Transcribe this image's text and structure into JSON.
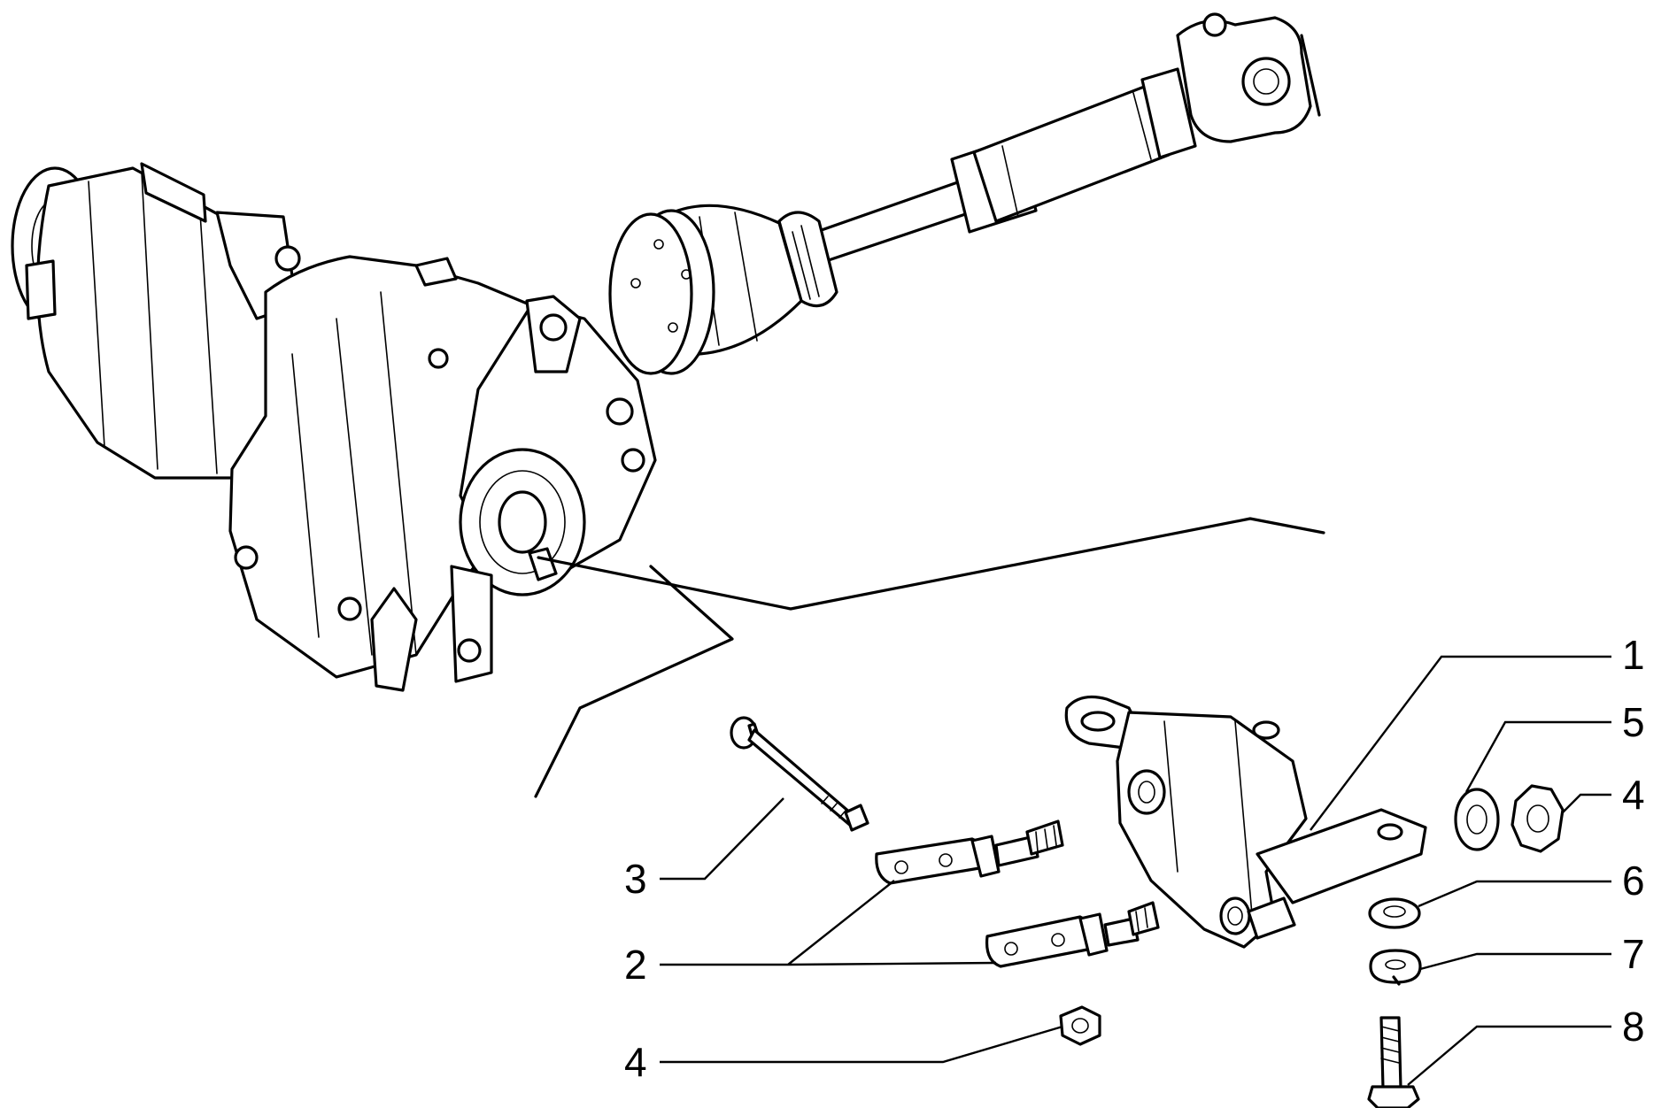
{
  "diagram": {
    "colors": {
      "ink": "#000000",
      "paper": "#ffffff"
    },
    "callouts": [
      {
        "id": "c1",
        "label": "1",
        "part": "bracket"
      },
      {
        "id": "c5",
        "label": "5",
        "part": "washer-right"
      },
      {
        "id": "c4a",
        "label": "4",
        "part": "nut-right"
      },
      {
        "id": "c6",
        "label": "6",
        "part": "flat-washer"
      },
      {
        "id": "c7",
        "label": "7",
        "part": "spring-washer"
      },
      {
        "id": "c8",
        "label": "8",
        "part": "bolt"
      },
      {
        "id": "c3",
        "label": "3",
        "part": "long-bolt"
      },
      {
        "id": "c2",
        "label": "2",
        "part": "studs"
      },
      {
        "id": "c4b",
        "label": "4",
        "part": "nut-left"
      }
    ]
  }
}
